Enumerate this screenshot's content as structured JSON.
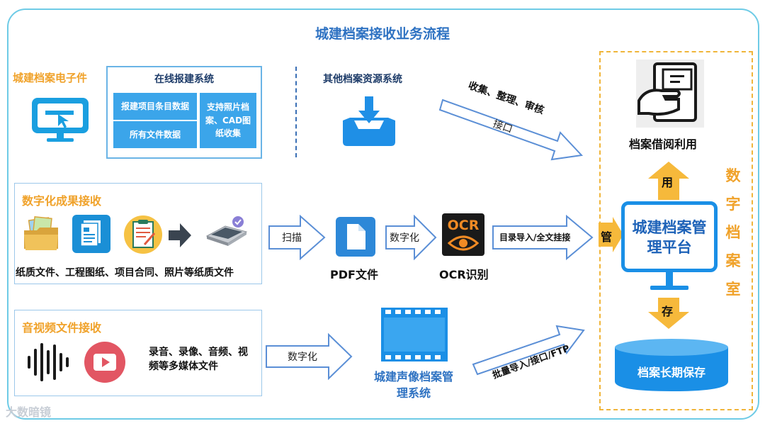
{
  "title": "城建档案接收业务流程",
  "colors": {
    "accent_blue": "#2e72c2",
    "accent_orange": "#f0a22a",
    "arrow_outline": "#5b8fd6",
    "tile_blue": "#3ba5ea"
  },
  "section_online": {
    "label": "城建档案电子件",
    "system_title": "在线报建系统",
    "cells": [
      "报建项目条目数据",
      "所有文件数据",
      "支持照片档案、CAD图纸收集"
    ],
    "icon": "monitor-cursor-icon"
  },
  "section_other": {
    "label": "其他档案资源系统",
    "icon": "inbox-download-icon",
    "arrow_top_label": "收集、整理、审核",
    "arrow_label": "接口"
  },
  "section_digital": {
    "label": "数字化成果接收",
    "caption": "纸质文件、工程图纸、项目合同、照片等纸质文件",
    "icons": [
      "folder-photos-icon",
      "document-icon",
      "contract-icon",
      "right-arrow-icon",
      "scanner-icon"
    ],
    "arrow_scan": "扫描",
    "pdf_label": "PDF文件",
    "arrow_digitize": "数字化",
    "ocr_label": "OCR识别",
    "ocr_icon_text": "OCR",
    "arrow_import": "目录导入/全文挂接"
  },
  "section_av": {
    "label": "音视频文件接收",
    "caption": "录音、录像、音频、视频等多媒体文件",
    "icons": [
      "sound-wave-icon",
      "video-play-icon"
    ],
    "arrow_digitize": "数字化",
    "system_label": "城建声像档案管理系统",
    "arrow_batch": "批量导入/接口/FTP"
  },
  "right": {
    "vertical_label": [
      "数",
      "字",
      "档",
      "案",
      "室"
    ],
    "borrow_label": "档案借阅利用",
    "use_label": "用",
    "manage_label": "管",
    "store_label": "存",
    "platform_label": "城建档案管理平台",
    "storage_label": "档案长期保存"
  },
  "watermark": "大数暗镜"
}
